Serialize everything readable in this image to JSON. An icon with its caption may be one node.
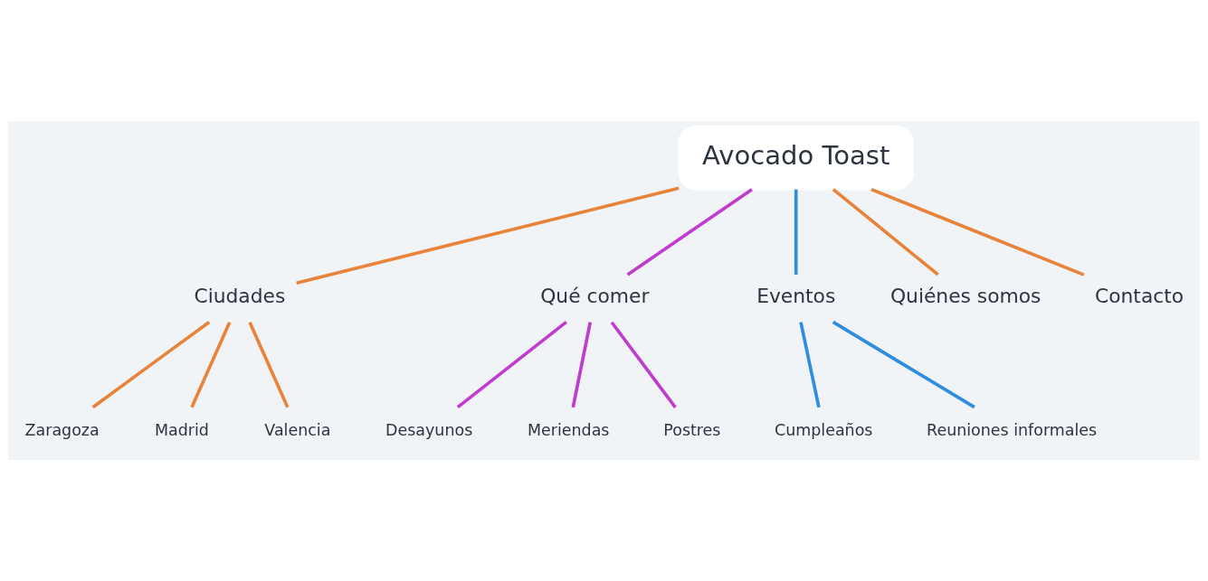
{
  "diagram": {
    "nodes": [
      {
        "text": [
          "Avocado Toast"
        ]
      },
      {
        "text": [
          "Ciudades"
        ]
      },
      {
        "text": [
          "Qué comer"
        ]
      },
      {
        "text": [
          "Eventos"
        ]
      },
      {
        "text": [
          "Quiénes somos"
        ]
      },
      {
        "text": [
          "Contacto"
        ]
      },
      {
        "text": [
          "Zaragoza"
        ]
      },
      {
        "text": [
          "Madrid"
        ]
      },
      {
        "text": [
          "Valencia"
        ]
      },
      {
        "text": [
          "Desayunos"
        ]
      },
      {
        "text": [
          "Meriendas"
        ]
      },
      {
        "text": [
          "Postres"
        ]
      },
      {
        "text": [
          "Cumpleaños"
        ]
      },
      {
        "text": [
          "Reuniones informales"
        ]
      }
    ],
    "edges": [
      {
        "from": 0,
        "to": 1,
        "arrow": "none",
        "color": "#e8833a"
      },
      {
        "from": 0,
        "to": 2,
        "arrow": "none",
        "color": "#c03ccf"
      },
      {
        "from": 0,
        "to": 3,
        "arrow": "none",
        "color": "#2e8ddf"
      },
      {
        "from": 0,
        "to": 4,
        "arrow": "none",
        "color": "#e8833a"
      },
      {
        "from": 0,
        "to": 5,
        "arrow": "none",
        "color": "#e8833a"
      },
      {
        "from": 1,
        "to": 6,
        "arrow": "none",
        "color": "#e8833a"
      },
      {
        "from": 1,
        "to": 7,
        "arrow": "none",
        "color": "#e8833a"
      },
      {
        "from": 1,
        "to": 8,
        "arrow": "none",
        "color": "#e8833a"
      },
      {
        "from": 2,
        "to": 9,
        "arrow": "none",
        "color": "#c03ccf"
      },
      {
        "from": 2,
        "to": 10,
        "arrow": "none",
        "color": "#c03ccf"
      },
      {
        "from": 2,
        "to": 11,
        "arrow": "none",
        "color": "#c03ccf"
      },
      {
        "from": 3,
        "to": 12,
        "arrow": "none",
        "color": "#2e8ddf"
      },
      {
        "from": 3,
        "to": 13,
        "arrow": "none",
        "color": "#2e8ddf"
      }
    ]
  }
}
